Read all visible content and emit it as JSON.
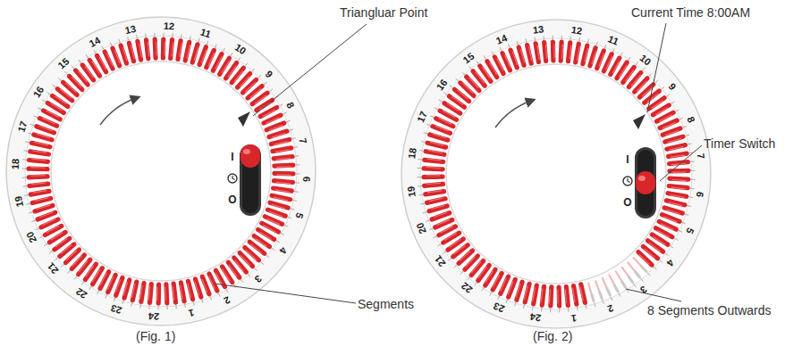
{
  "diagram": {
    "labels": [
      "Triangluar Point",
      "Segments",
      "(Fig. 1)",
      "Current Time 8:00AM",
      "Timer Switch",
      "8 Segments Outwards",
      "(Fig. 2)",
      "1",
      "2",
      "3",
      "4",
      "5",
      "6",
      "7",
      "8",
      "9",
      "10",
      "11",
      "12",
      "13",
      "14",
      "15",
      "16",
      "17",
      "18",
      "19",
      "20",
      "21",
      "22",
      "23",
      "24",
      "I",
      "O",
      "1",
      "2",
      "3",
      "4",
      "5",
      "6",
      "7",
      "8",
      "9",
      "10",
      "11",
      "12",
      "13",
      "14",
      "15",
      "16",
      "17",
      "18",
      "19",
      "20",
      "21",
      "22",
      "23",
      "24",
      "I",
      "O"
    ]
  }
}
